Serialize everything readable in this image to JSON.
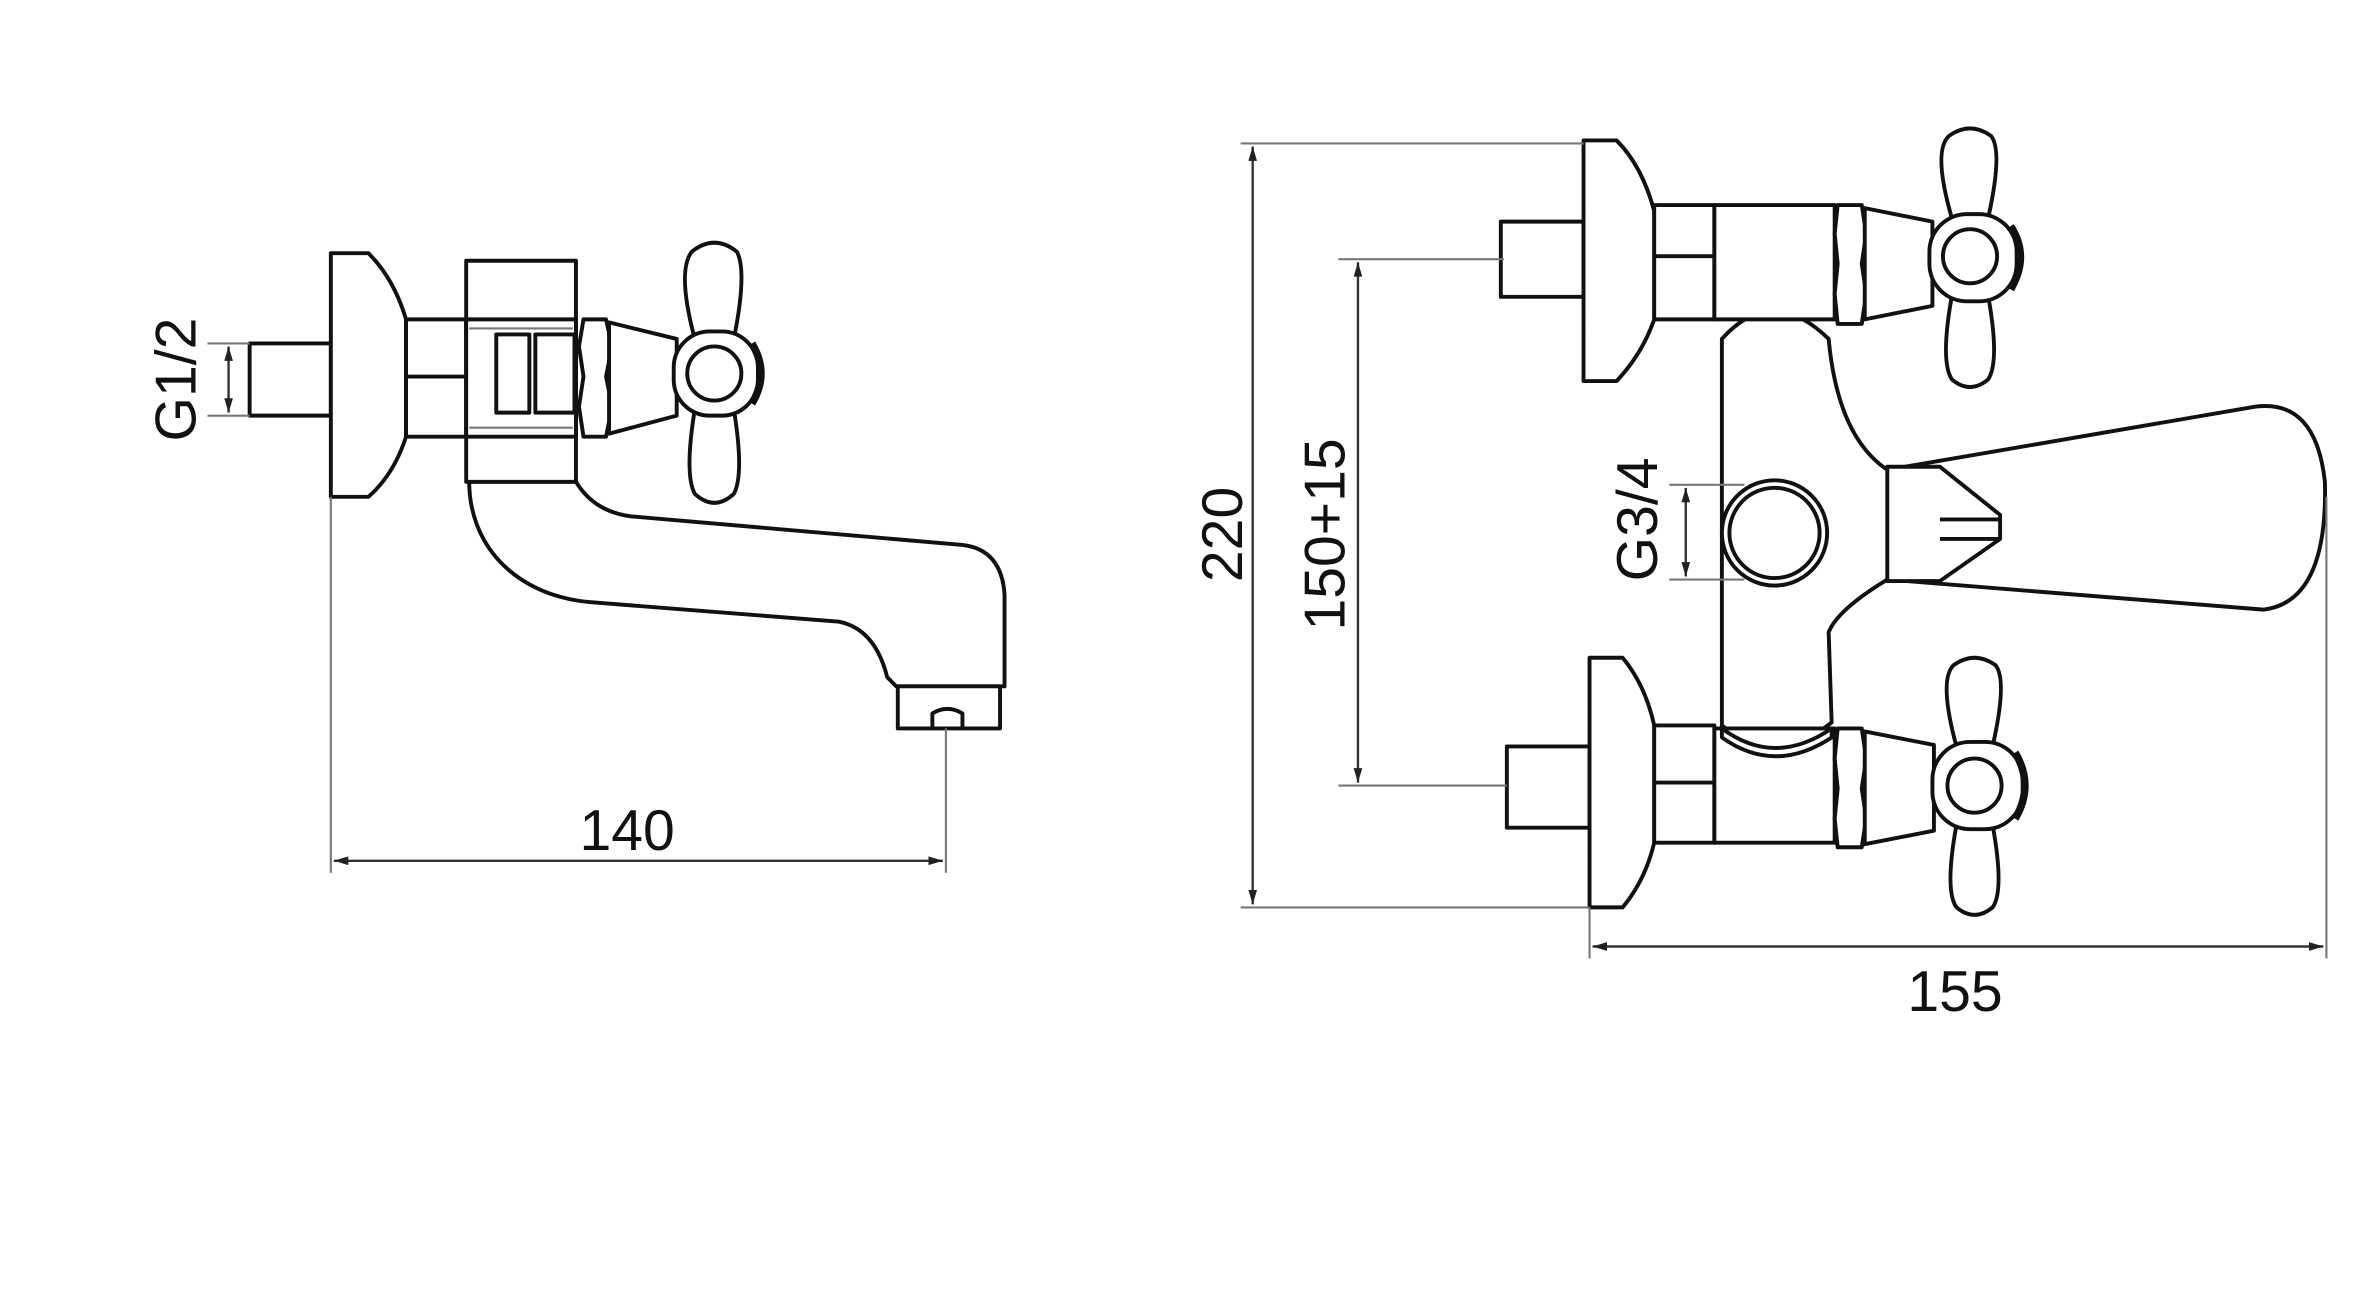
{
  "side_view": {
    "inlet_thread_label": "G1/2",
    "projection_dimension": "140"
  },
  "front_view": {
    "height_dimension": "220",
    "inlet_spacing_dimension": "150+15",
    "outlet_thread_label": "G3/4",
    "width_dimension": "155"
  },
  "colors": {
    "line": "#111111",
    "dimension": "#777777",
    "background": "#ffffff"
  }
}
